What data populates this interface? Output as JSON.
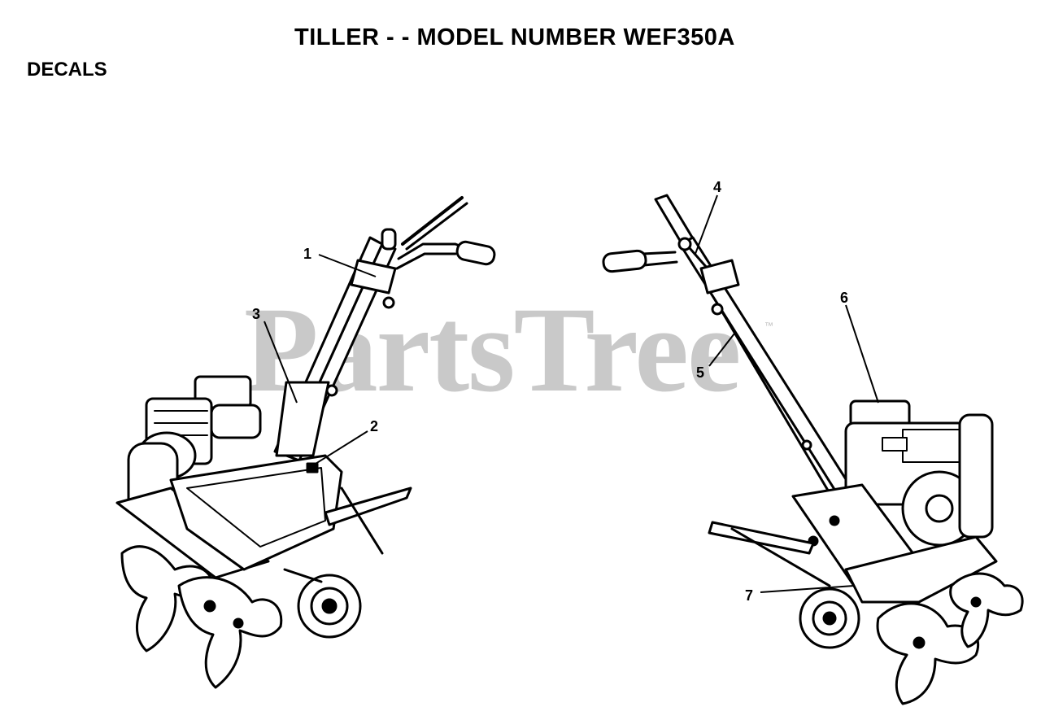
{
  "header": {
    "title": "TILLER - - MODEL NUMBER WEF350A",
    "section": "DECALS"
  },
  "watermark": {
    "text": "PartsTree",
    "mark": "™",
    "color": "#c9c9c9"
  },
  "callouts": [
    "1",
    "2",
    "3",
    "4",
    "5",
    "6",
    "7"
  ],
  "illustrations": [
    "tiller-left-view",
    "tiller-right-view"
  ]
}
